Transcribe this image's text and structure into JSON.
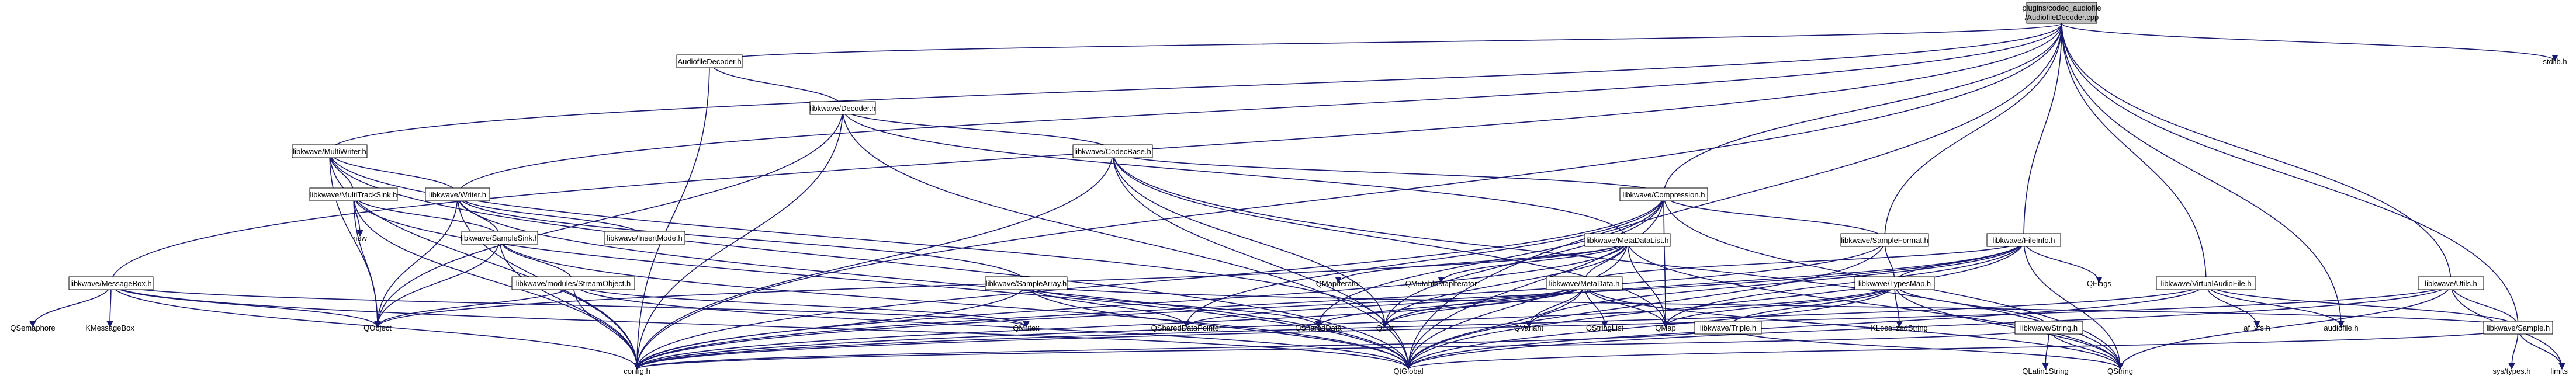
{
  "root": {
    "line1": "plugins/codec_audiofile",
    "line2": "/AudiofileDecoder.cpp"
  },
  "nodes": {
    "AudiofileDecoder_h": "AudiofileDecoder.h",
    "Decoder_h": "libkwave/Decoder.h",
    "CodecBase_h": "libkwave/CodecBase.h",
    "Compression_h": "libkwave/Compression.h",
    "MultiWriter_h": "libkwave/MultiWriter.h",
    "MultiTrackSink_h": "libkwave/MultiTrackSink.h",
    "Writer_h": "libkwave/Writer.h",
    "SampleSink_h": "libkwave/SampleSink.h",
    "InsertMode_h": "libkwave/InsertMode.h",
    "StreamObject_h": "libkwave/modules/StreamObject.h",
    "SampleArray_h": "libkwave/SampleArray.h",
    "MetaDataList_h": "libkwave/MetaDataList.h",
    "MetaData_h": "libkwave/MetaData.h",
    "SampleFormat_h": "libkwave/SampleFormat.h",
    "TypesMap_h": "libkwave/TypesMap.h",
    "Triple_h": "libkwave/Triple.h",
    "FileInfo_h": "libkwave/FileInfo.h",
    "String_h": "libkwave/String.h",
    "VirtualAudioFile_h": "libkwave/VirtualAudioFile.h",
    "Utils_h": "libkwave/Utils.h",
    "Sample_h": "libkwave/Sample.h",
    "MessageBox_h": "libkwave/MessageBox.h",
    "config_h": "config.h",
    "QObject": "QObject",
    "QGlobal": "QtGlobal",
    "QList": "QList",
    "QMap": "QMap",
    "QString": "QString",
    "QSemaphore": "QSemaphore",
    "KMessageBox": "KMessageBox",
    "new": "new",
    "QMutex": "QMutex",
    "QSharedDataPointer": "QSharedDataPointer",
    "QSharedData": "QSharedData",
    "QMapIterator": "QMapIterator",
    "QMutableMapIterator": "QMutableMapIterator",
    "QVariant": "QVariant",
    "QStringList": "QStringList",
    "KLocalizedString": "KLocalizedString",
    "QLatin1String": "QLatin1String",
    "QFlags": "QFlags",
    "af_vfs_h": "af_vfs.h",
    "audiofile_h": "audiofile.h",
    "limits": "limits",
    "sys_types_h": "sys/types.h",
    "stdlib_h": "stdlib.h"
  },
  "colors": {
    "edge": "#191970",
    "root_fill": "#bfbfbf",
    "node_fill": "#ffffff",
    "border": "#000000"
  }
}
